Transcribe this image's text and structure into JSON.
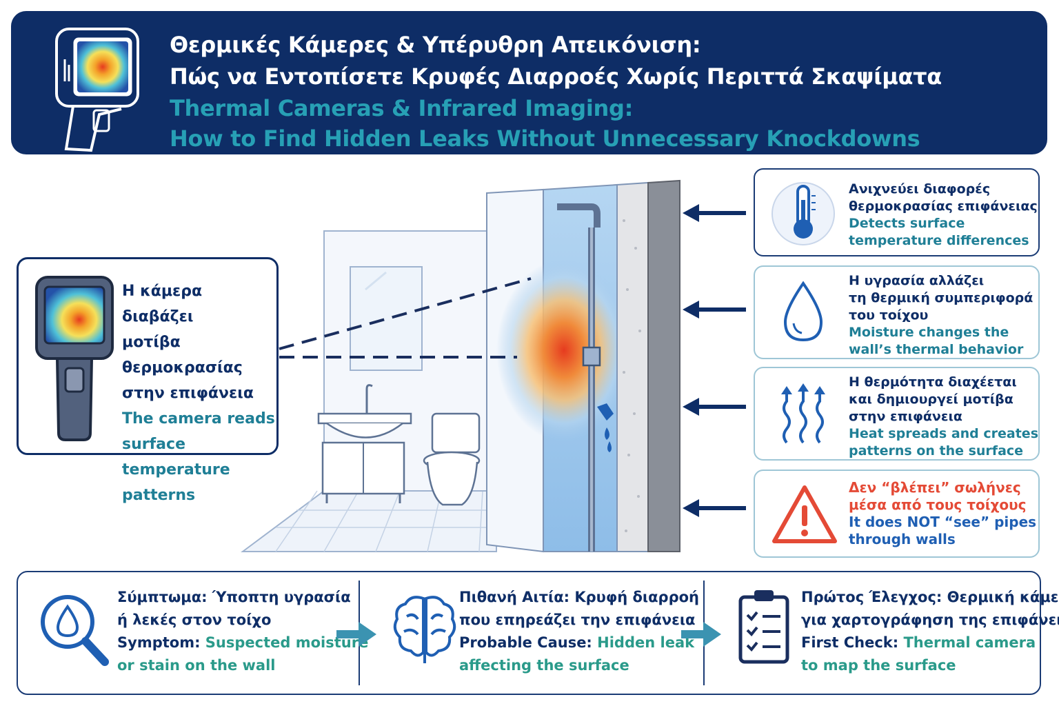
{
  "header": {
    "title_gr_1": "Θερμικές Κάμερες & Υπέρυθρη Απεικόνιση:",
    "title_gr_2": "Πώς να Εντοπίσετε Κρυφές Διαρροές Χωρίς Περιττά Σκαψίματα",
    "title_en_1": "Thermal Cameras & Infrared Imaging:",
    "title_en_2": "How to Find Hidden Leaks Without Unnecessary Knockdowns"
  },
  "camera_card": {
    "gr_1": "Η κάμερα διαβάζει",
    "gr_2": "μοτίβα θερμοκρασίας",
    "gr_3": "στην επιφάνεια",
    "en_1": "The camera reads",
    "en_2": "surface temperature",
    "en_3": "patterns"
  },
  "facts": [
    {
      "icon": "thermometer-icon",
      "gr": [
        "Ανιχνεύει διαφορές",
        "θερμοκρασίας επιφάνειας"
      ],
      "en": [
        "Detects surface",
        "temperature differences"
      ]
    },
    {
      "icon": "water-drop-icon",
      "gr": [
        "Η υγρασία αλλάζει",
        "τη θερμική συμπεριφορά",
        "του τοίχου"
      ],
      "en": [
        "Moisture changes the",
        "wall’s thermal behavior"
      ]
    },
    {
      "icon": "heat-waves-icon",
      "gr": [
        "Η θερμότητα διαχέεται",
        "και δημιουργεί μοτίβα",
        "στην επιφάνεια"
      ],
      "en": [
        "Heat spreads and creates",
        "patterns on the surface"
      ]
    },
    {
      "icon": "warning-icon",
      "gr": [
        "Δεν “βλέπει” σωλήνες",
        "μέσα από τους τοίχους"
      ],
      "en": [
        "It does NOT “see” pipes",
        "through walls"
      ]
    }
  ],
  "steps": [
    {
      "icon": "magnifier-drop-icon",
      "gr": [
        "Σύμπτωμα: Ύποπτη υγρασία",
        "ή λεκές στον τοίχο"
      ],
      "en_label": "Symptom:",
      "en_rest_1": " Suspected moisture",
      "en_rest_2": "or stain on the wall"
    },
    {
      "icon": "brain-icon",
      "gr": [
        "Πιθανή Αιτία: Κρυφή διαρροή",
        "που επηρεάζει την επιφάνεια"
      ],
      "en_label": "Probable Cause:",
      "en_rest_1": " Hidden leak",
      "en_rest_2": "affecting the surface"
    },
    {
      "icon": "clipboard-checklist-icon",
      "gr": [
        "Πρώτος Έλεγχος: Θερμική κάμερα",
        "για χαρτογράφηση της επιφάνειας"
      ],
      "en_label": "First Check:",
      "en_rest_1": " Thermal camera",
      "en_rest_2": "to map the surface"
    }
  ],
  "colors": {
    "navy": "#0e2d66",
    "teal": "#27a0b5",
    "warning_red": "#e44a36",
    "step_arrow": "#3b93b1"
  }
}
